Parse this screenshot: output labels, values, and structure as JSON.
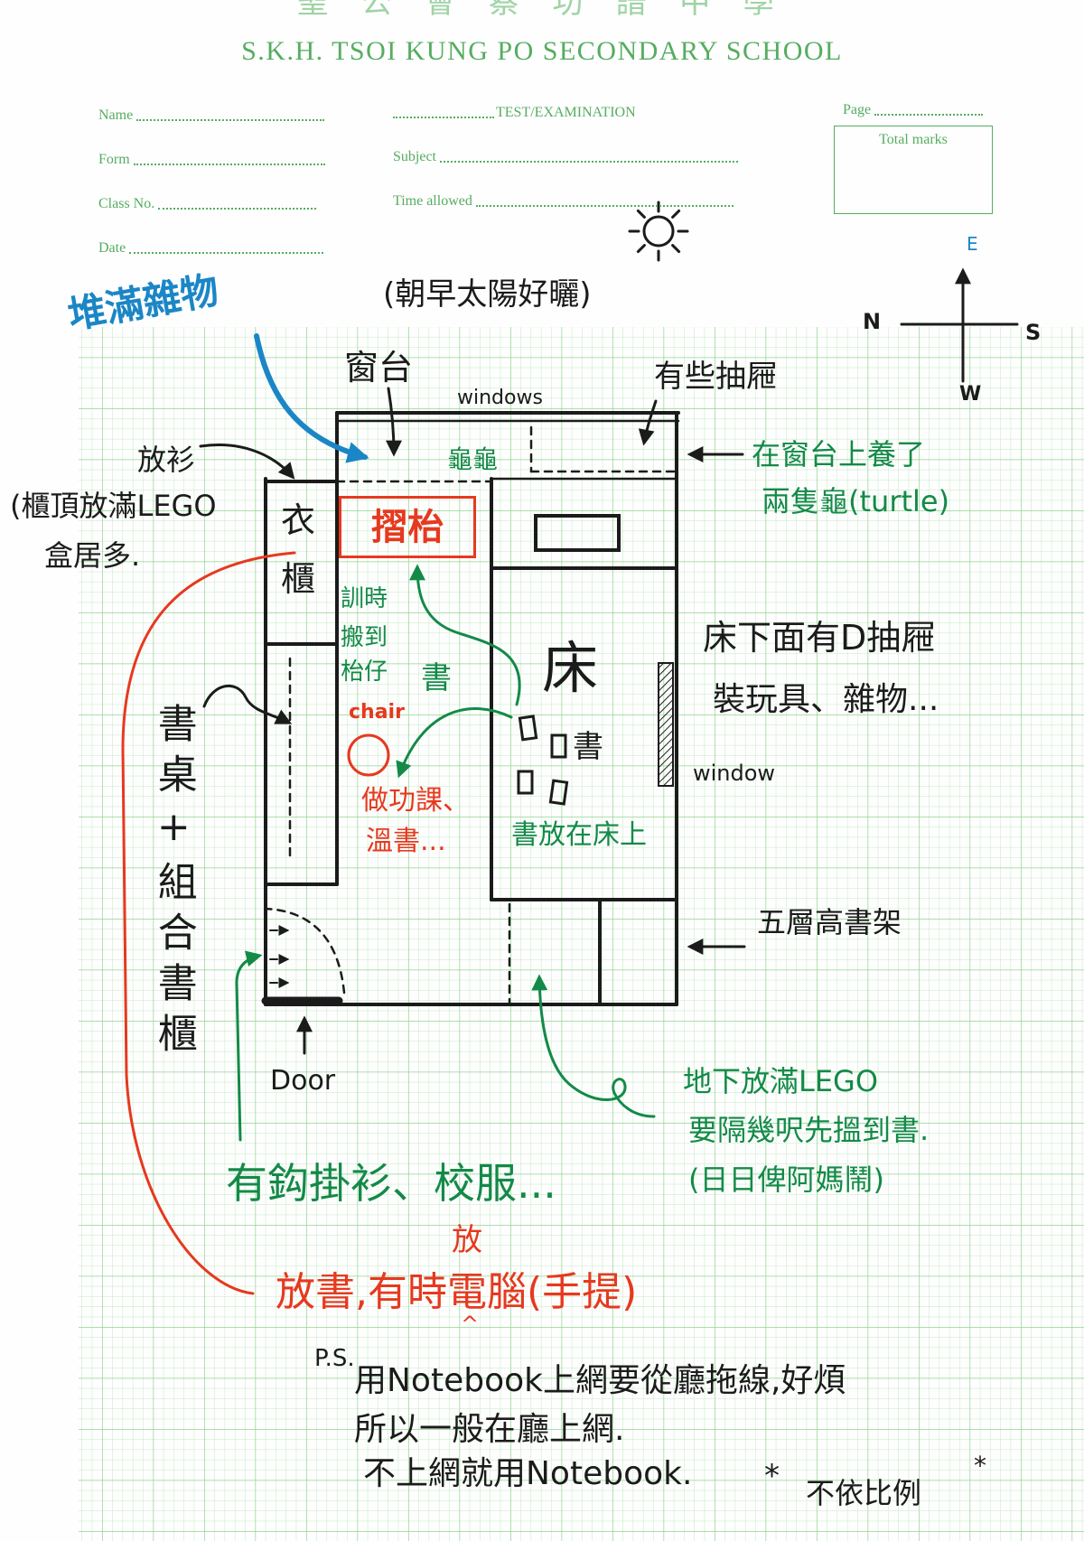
{
  "header": {
    "school_chinese": "聖 公 會 蔡 功 譜 中 學",
    "school_english": "S.K.H. TSOI KUNG PO SECONDARY SCHOOL"
  },
  "form": {
    "name_label": "Name",
    "form_label": "Form",
    "class_no_label": "Class No.",
    "date_label": "Date",
    "exam_label": "TEST/EXAMINATION",
    "subject_label": "Subject",
    "time_allowed_label": "Time allowed",
    "page_label": "Page",
    "total_marks_label": "Total marks"
  },
  "compass": {
    "east": "E",
    "north": "N",
    "south": "S",
    "west": "W"
  },
  "window_side": {
    "sun_note": "(朝早太陽好曬)",
    "clutter_note": "堆滿雜物",
    "sill_label": "窗台",
    "windows_label": "windows",
    "drawers_note": "有些抽屜",
    "turtle_note": [
      "在窗台上養了",
      "兩隻龜(turtle)"
    ],
    "sill_turtles": "龜龜"
  },
  "wardrobe": {
    "clothes_note": "放衫",
    "lego_box_note": [
      "(櫃頂放滿LEGO",
      "盒居多."
    ],
    "label": [
      "衣",
      "櫃"
    ]
  },
  "study_area": {
    "folding_table": "摺枱",
    "folding_note": [
      "訓時",
      "搬到",
      "枱仔"
    ],
    "books_label": "書",
    "chair_label": "chair",
    "homework_note": [
      "做功課、",
      "溫書..."
    ],
    "desk_label": "書桌+組合書櫃"
  },
  "bed": {
    "label": "床",
    "books_label": "書",
    "books_note": "書放在床上",
    "drawer_note": [
      "床下面有D抽屜",
      "裝玩具、雜物..."
    ],
    "window_label": "window"
  },
  "shelf_note": "五層高書架",
  "door_label": "Door",
  "floor_note": [
    "地下放滿LEGO",
    "要隔幾呎先搵到書.",
    "(日日俾阿媽鬧)"
  ],
  "hook_note": "有鈎掛衫、校服...",
  "desk_use_note": {
    "insertion": "放",
    "text": "放書,有時電腦(手提)",
    "caret": "^"
  },
  "ps": {
    "label": "P.S.",
    "lines": [
      "用Notebook上網要從廳拖線,好煩",
      "所以一般在廳上網.",
      "不上網就用Notebook."
    ]
  },
  "scale_note": {
    "asterisk_left": "*",
    "text": "不依比例",
    "asterisk_right": "*"
  },
  "colors": {
    "print-green": "#55ad60",
    "print-green-light": "#9fd3a5",
    "grid-minor": "#c4e8c4",
    "grid-major": "#93d393",
    "ink-black": "#1b1b1b",
    "ink-green": "#138a48",
    "ink-red": "#e6391f",
    "ink-blue": "#1b86c6"
  }
}
